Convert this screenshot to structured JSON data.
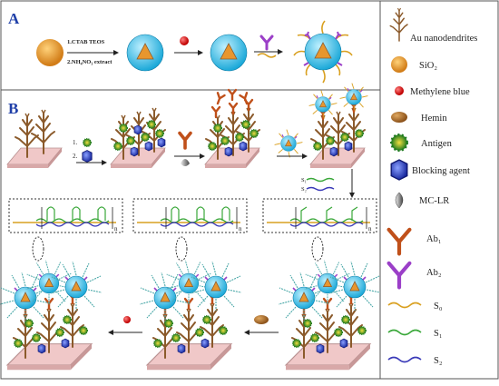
{
  "panelA": {
    "label": "A",
    "step1_line1": "1.CTAB  TEOS",
    "step1_line2": "2.NH₄NO₃ extract"
  },
  "panelB": {
    "label": "B",
    "step1_num": "1.",
    "step2_num": "2.",
    "s1_label": "S₁",
    "s2_label": "S₂",
    "n_label": "n"
  },
  "legend": {
    "items": [
      {
        "label": "Au nanodendrites",
        "icon": "au-nanodendrite-icon"
      },
      {
        "label": "SiO₂",
        "icon": "sio2-sphere-icon",
        "color": "#e8962e"
      },
      {
        "label": "Methylene blue",
        "icon": "methylene-blue-dot-icon",
        "color": "#e01818"
      },
      {
        "label": "Hemin",
        "icon": "hemin-icon",
        "color": "#b5762e"
      },
      {
        "label": "Antigen",
        "icon": "antigen-icon",
        "color": "#2e8b2e"
      },
      {
        "label": "Blocking agent",
        "icon": "blocking-agent-icon",
        "color": "#2040c0"
      },
      {
        "label": "MC-LR",
        "icon": "mc-lr-icon",
        "color": "#555555"
      },
      {
        "label": "Ab₁",
        "icon": "ab1-icon",
        "color": "#c0501a"
      },
      {
        "label": "Ab₂",
        "icon": "ab2-icon",
        "color": "#9b3fc8"
      },
      {
        "label": "S₀",
        "icon": "s0-strand-icon",
        "color": "#d9a020"
      },
      {
        "label": "S₁",
        "icon": "s1-strand-icon",
        "color": "#3aa83a"
      },
      {
        "label": "S₂",
        "icon": "s2-strand-icon",
        "color": "#3a3ab8"
      }
    ]
  }
}
